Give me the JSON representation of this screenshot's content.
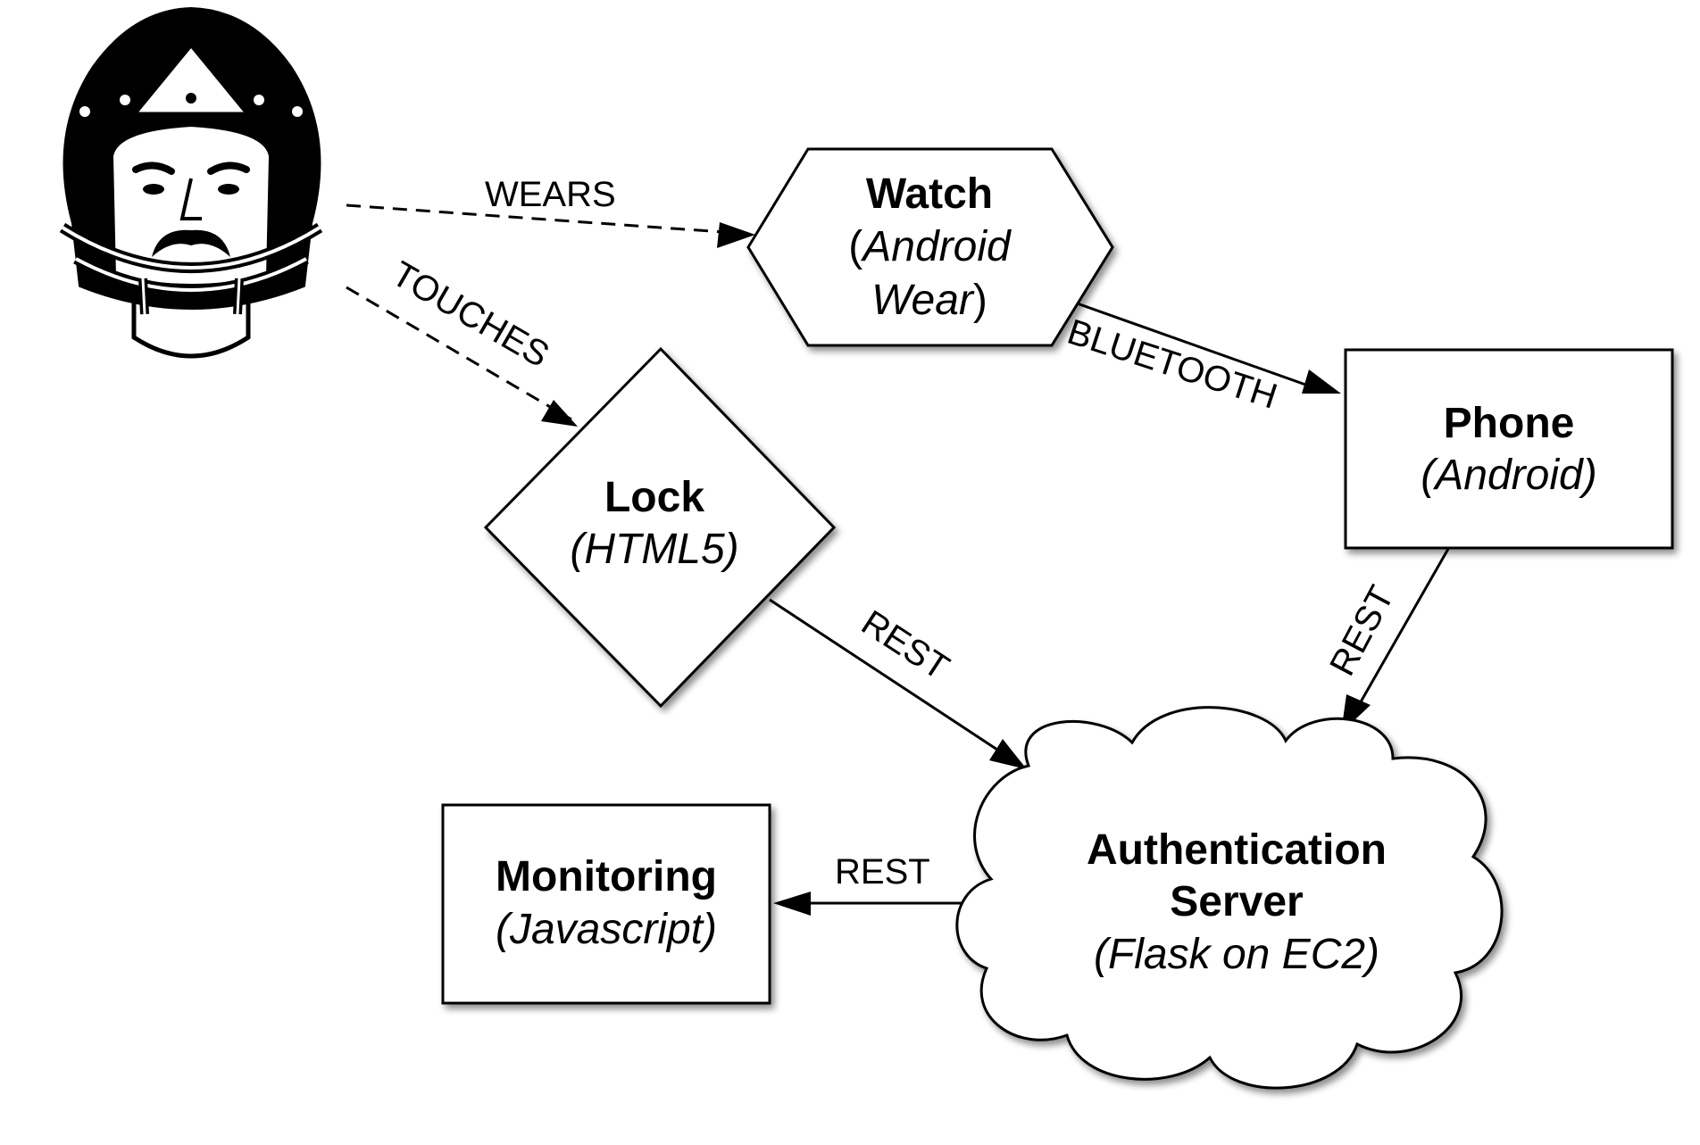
{
  "nodes": {
    "watch": {
      "title": "Watch",
      "paren_open": "(",
      "sub1": "Android",
      "sub2": "Wear",
      "paren_close": ")"
    },
    "phone": {
      "title": "Phone",
      "sub": "(Android)"
    },
    "lock": {
      "title": "Lock",
      "sub": "(HTML5)"
    },
    "server": {
      "title1": "Authentication",
      "title2": "Server",
      "sub": "(Flask on EC2)"
    },
    "monitoring": {
      "title": "Monitoring",
      "sub": "(Javascript)"
    }
  },
  "edges": {
    "wears": "WEARS",
    "touches": "TOUCHES",
    "bluetooth": "BLUETOOTH",
    "lock_rest": "REST",
    "phone_rest": "REST",
    "monitor_rest": "REST"
  },
  "icons": {
    "user": "football-player-helmet-icon"
  },
  "colors": {
    "stroke": "#000000",
    "fill": "#ffffff"
  }
}
